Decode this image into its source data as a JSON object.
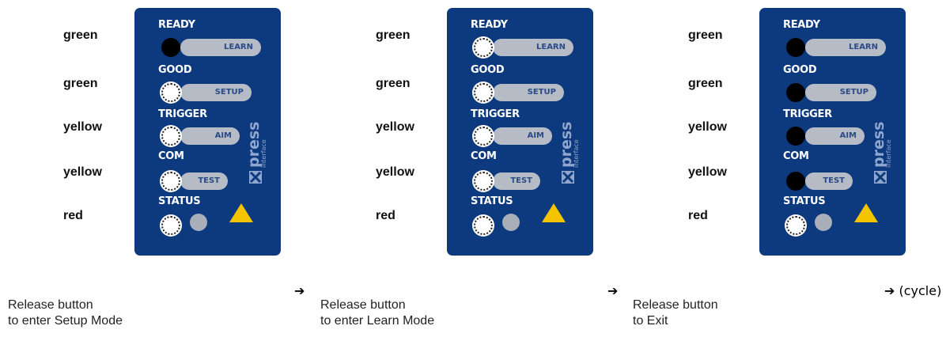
{
  "panels": [
    {
      "colors": [
        "green",
        "green",
        "yellow",
        "yellow",
        "red"
      ],
      "leds": [
        {
          "label": "READY",
          "button": "LEARN",
          "state": "off"
        },
        {
          "label": "GOOD",
          "button": "SETUP",
          "state": "on"
        },
        {
          "label": "TRIGGER",
          "button": "AIM",
          "state": "on"
        },
        {
          "label": "COM",
          "button": "TEST",
          "state": "on"
        },
        {
          "label": "STATUS",
          "button": "",
          "state": "on"
        }
      ],
      "caption_line1": "Release button",
      "caption_line2": "to enter Setup Mode"
    },
    {
      "colors": [
        "green",
        "green",
        "yellow",
        "yellow",
        "red"
      ],
      "leds": [
        {
          "label": "READY",
          "button": "LEARN",
          "state": "on"
        },
        {
          "label": "GOOD",
          "button": "SETUP",
          "state": "on"
        },
        {
          "label": "TRIGGER",
          "button": "AIM",
          "state": "on"
        },
        {
          "label": "COM",
          "button": "TEST",
          "state": "on"
        },
        {
          "label": "STATUS",
          "button": "",
          "state": "on"
        }
      ],
      "caption_line1": "Release button",
      "caption_line2": "to enter Learn Mode"
    },
    {
      "colors": [
        "green",
        "green",
        "yellow",
        "yellow",
        "red"
      ],
      "leds": [
        {
          "label": "READY",
          "button": "LEARN",
          "state": "off"
        },
        {
          "label": "GOOD",
          "button": "SETUP",
          "state": "off"
        },
        {
          "label": "TRIGGER",
          "button": "AIM",
          "state": "off"
        },
        {
          "label": "COM",
          "button": "TEST",
          "state": "off"
        },
        {
          "label": "STATUS",
          "button": "",
          "state": "on"
        }
      ],
      "caption_line1": "Release button",
      "caption_line2": "to Exit"
    }
  ],
  "arrows": [
    "➔",
    "➔",
    "➔ (cycle)"
  ],
  "logo_text": "Xpress",
  "logo_subtext": "interface",
  "colors": {
    "panel": "#0d3a7e",
    "button": "#b6bcc6",
    "button_text": "#2c4a86",
    "warning": "#f5c400"
  }
}
